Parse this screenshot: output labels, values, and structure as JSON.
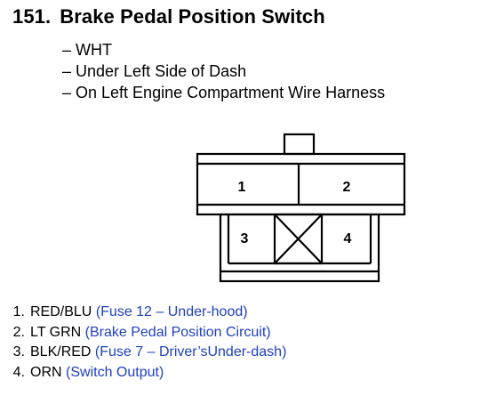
{
  "heading": {
    "number": "151.",
    "title": "Brake Pedal Position Switch"
  },
  "details": [
    "WHT",
    "Under Left Side of Dash",
    "On Left Engine Compartment Wire Harness"
  ],
  "connector": {
    "cavities": [
      "1",
      "2",
      "3",
      "4"
    ]
  },
  "pins": [
    {
      "num": "1.",
      "wire": "RED/BLU",
      "note": "(Fuse 12 – Under-hood)"
    },
    {
      "num": "2.",
      "wire": "LT GRN",
      "note": "(Brake Pedal Position Circuit)"
    },
    {
      "num": "3.",
      "wire": "BLK/RED",
      "note": "(Fuse 7 – Driver’sUnder-dash)"
    },
    {
      "num": "4.",
      "wire": "ORN",
      "note": "(Switch Output)"
    }
  ],
  "colors": {
    "note_text": "#1f3fbf",
    "outline": "#000000"
  }
}
